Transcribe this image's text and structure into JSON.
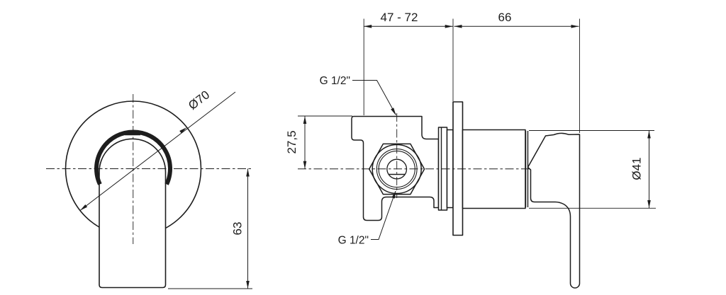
{
  "drawing": {
    "labels": {
      "front_diameter": "Ø70",
      "front_height": "63",
      "side_depth_range": "47 - 72",
      "side_length": "66",
      "side_offset": "27,5",
      "side_diameter": "Ø41",
      "thread_top": "G 1/2\"",
      "thread_bottom": "G 1/2\""
    },
    "colors": {
      "line": "#1d1d1d",
      "background": "#ffffff"
    }
  }
}
